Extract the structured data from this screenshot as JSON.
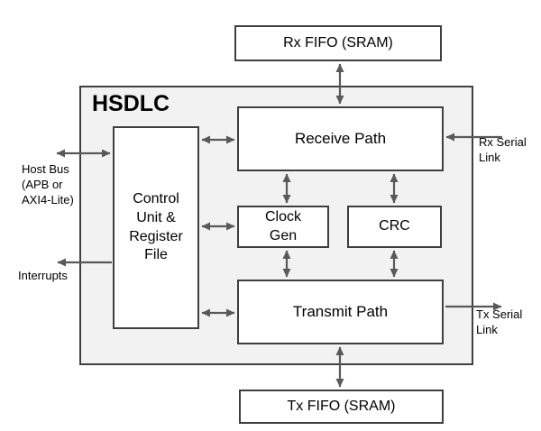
{
  "diagram": {
    "title": "HSDLC",
    "blocks": {
      "rx_fifo": {
        "label": "Rx FIFO (SRAM)"
      },
      "receive_path": {
        "label": "Receive Path"
      },
      "control_unit": {
        "label": "Control Unit & Register File"
      },
      "clock_gen": {
        "label": "Clock Gen"
      },
      "crc": {
        "label": "CRC"
      },
      "transmit_path": {
        "label": "Transmit Path"
      },
      "tx_fifo": {
        "label": "Tx FIFO (SRAM)"
      }
    },
    "external_labels": {
      "host_bus": "Host Bus\n(APB or\nAXI4-Lite)",
      "interrupts": "Interrupts",
      "rx_serial": "Rx Serial\nLink",
      "tx_serial": "Tx Serial\nLink"
    },
    "colors": {
      "background": "#ffffff",
      "container_fill": "#f2f2f3",
      "box_border": "#3f3f3f",
      "arrow": "#595959"
    }
  }
}
